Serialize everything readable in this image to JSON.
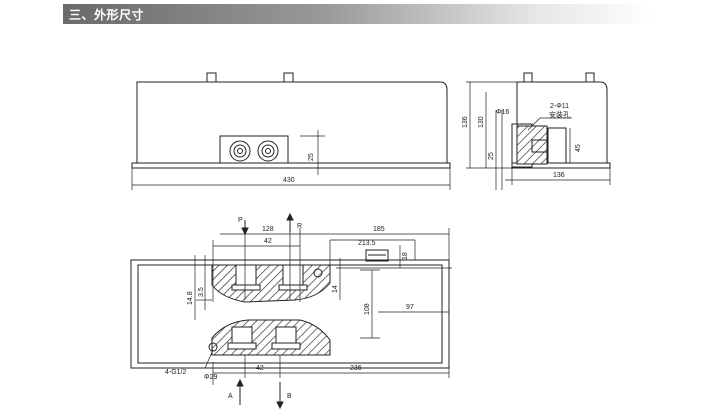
{
  "section": {
    "title": "三、外形尺寸"
  },
  "front_view": {
    "width_dim": "430",
    "height_dim": "25"
  },
  "side_view": {
    "total_height": "136",
    "body_height": "130",
    "bore_label": "Φ16",
    "mount_holes_label": "2-Φ11",
    "mount_holes_note": "安装孔",
    "port_height": "45",
    "base_height": "25",
    "width_dim": "136"
  },
  "plan_view": {
    "port_p": "P",
    "port_r": "R",
    "port_a": "A",
    "port_b": "B",
    "dim_128": "128",
    "dim_42_top": "42",
    "dim_185": "185",
    "dim_213": "213.5",
    "dim_18": "18",
    "dim_148": "14.8",
    "dim_35": "3.5",
    "dim_14": "14",
    "dim_108": "108",
    "dim_97": "97",
    "thread_label": "4-G1/2",
    "dia_label": "Φ29",
    "dim_42_bottom": "42",
    "dim_236": "236"
  }
}
